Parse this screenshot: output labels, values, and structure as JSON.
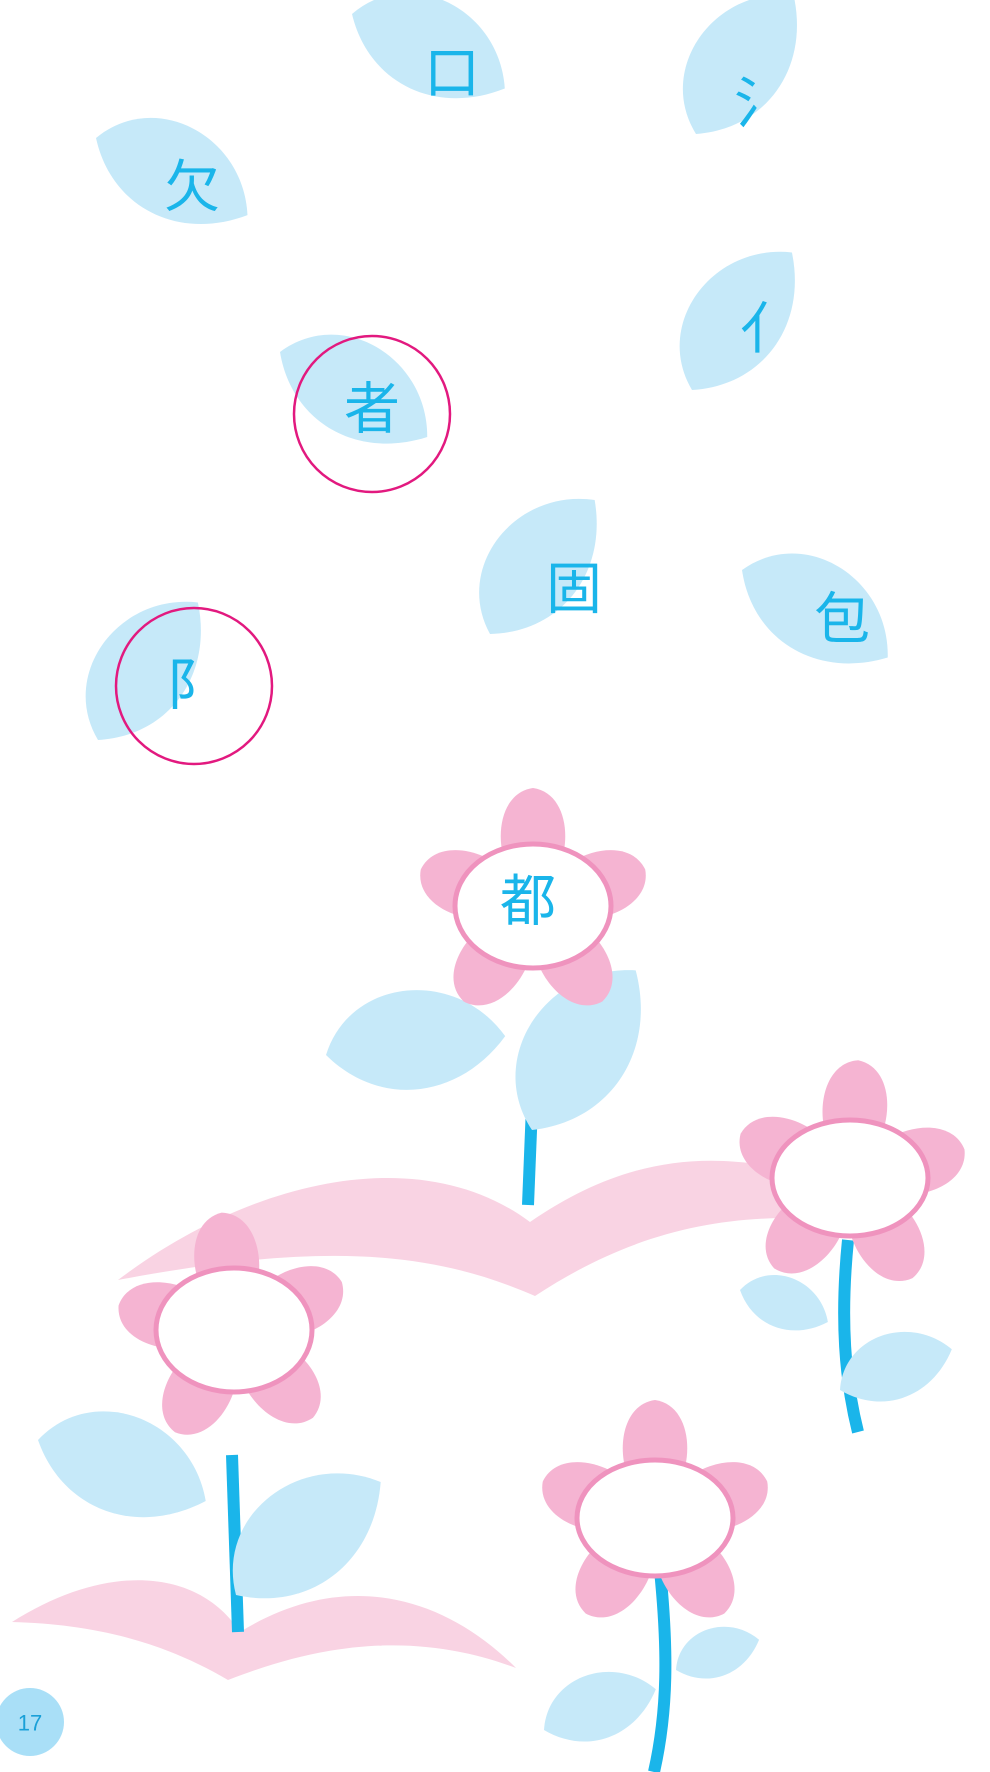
{
  "page_number": "17",
  "colors": {
    "leaf": "#c6e9f9",
    "petal": "#f5b4d2",
    "center_stroke": "#ef93be",
    "stem": "#1ab5ea",
    "ground": "#f9d3e3",
    "char": "#1ab5ea",
    "circle": "#e2197f",
    "page_badge": "#a9dff7"
  },
  "leaves": [
    {
      "char": "口",
      "circled": false,
      "icon": "leaf-icon"
    },
    {
      "char": "氵",
      "circled": false,
      "icon": "leaf-icon"
    },
    {
      "char": "欠",
      "circled": false,
      "icon": "leaf-icon"
    },
    {
      "char": "亻",
      "circled": false,
      "icon": "leaf-icon"
    },
    {
      "char": "者",
      "circled": true,
      "icon": "leaf-icon"
    },
    {
      "char": "固",
      "circled": false,
      "icon": "leaf-icon"
    },
    {
      "char": "包",
      "circled": false,
      "icon": "leaf-icon"
    },
    {
      "char": "阝",
      "circled": true,
      "icon": "leaf-icon"
    }
  ],
  "flowers": [
    {
      "label": "都",
      "icon": "flower-icon"
    },
    {
      "label": "",
      "icon": "flower-icon"
    },
    {
      "label": "",
      "icon": "flower-icon"
    },
    {
      "label": "",
      "icon": "flower-icon"
    }
  ]
}
